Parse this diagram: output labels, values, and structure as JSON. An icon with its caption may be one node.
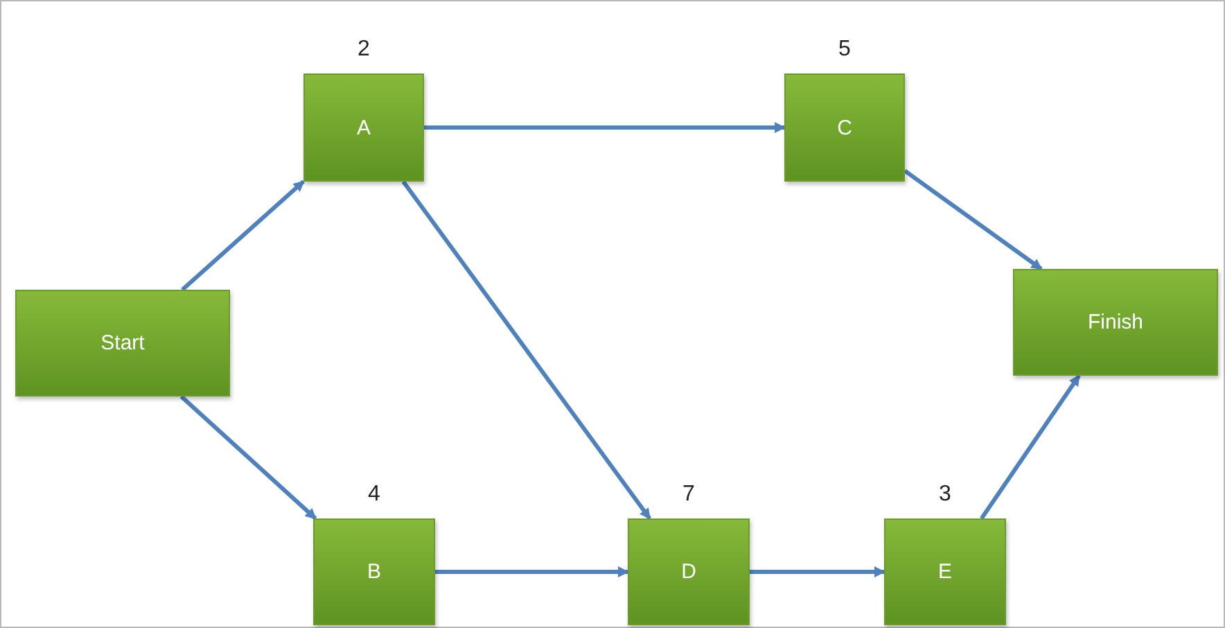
{
  "diagram": {
    "nodes": [
      {
        "text": [
          "Start"
        ]
      },
      {
        "text": [
          "A"
        ],
        "beside": [
          "2"
        ]
      },
      {
        "text": [
          "B"
        ],
        "beside": [
          "4"
        ]
      },
      {
        "text": [
          "C"
        ],
        "beside": [
          "5"
        ]
      },
      {
        "text": [
          "D"
        ],
        "beside": [
          "7"
        ]
      },
      {
        "text": [
          "E"
        ],
        "beside": [
          "3"
        ]
      },
      {
        "text": [
          "Finish"
        ]
      }
    ],
    "edges": [
      {
        "from": 0,
        "to": 1,
        "arrow": "to"
      },
      {
        "from": 0,
        "to": 2,
        "arrow": "to"
      },
      {
        "from": 1,
        "to": 3,
        "arrow": "to"
      },
      {
        "from": 1,
        "to": 4,
        "arrow": "to"
      },
      {
        "from": 2,
        "to": 4,
        "arrow": "to"
      },
      {
        "from": 4,
        "to": 5,
        "arrow": "to"
      },
      {
        "from": 3,
        "to": 6,
        "arrow": "to"
      },
      {
        "from": 5,
        "to": 6,
        "arrow": "to"
      }
    ]
  }
}
